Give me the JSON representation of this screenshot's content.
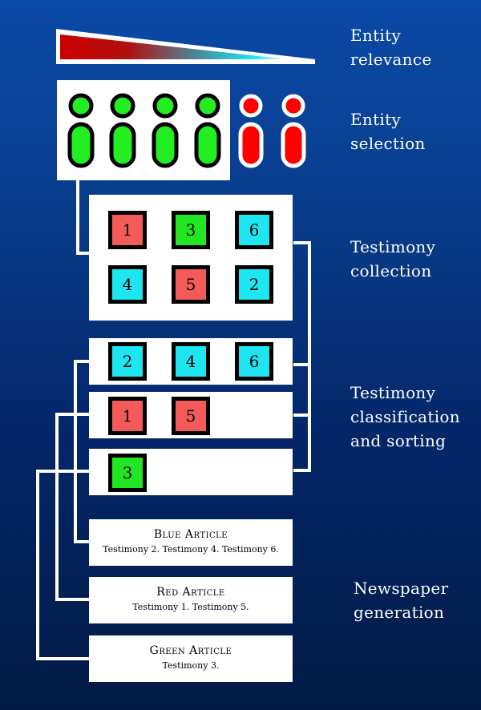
{
  "colors": {
    "green": "#22ee22",
    "red": "#ff0000",
    "tile_red": "#f55a5a",
    "tile_cyan": "#1ee6f0",
    "tile_green": "#22e622"
  },
  "labels": {
    "relevance": [
      "Entity",
      "relevance"
    ],
    "selection": [
      "Entity",
      "selection"
    ],
    "collection": [
      "Testimony",
      "collection"
    ],
    "classification": [
      "Testimony",
      "classification",
      "and sorting"
    ],
    "generation": [
      "Newspaper",
      "generation"
    ]
  },
  "entities": [
    {
      "color": "green"
    },
    {
      "color": "green"
    },
    {
      "color": "green"
    },
    {
      "color": "green"
    },
    {
      "color": "red"
    },
    {
      "color": "red"
    }
  ],
  "collection_tiles": [
    {
      "num": "1",
      "color": "red"
    },
    {
      "num": "3",
      "color": "green"
    },
    {
      "num": "6",
      "color": "cyan"
    },
    {
      "num": "4",
      "color": "cyan"
    },
    {
      "num": "5",
      "color": "red"
    },
    {
      "num": "2",
      "color": "cyan"
    }
  ],
  "sorted_rows": [
    [
      {
        "num": "2",
        "color": "cyan"
      },
      {
        "num": "4",
        "color": "cyan"
      },
      {
        "num": "6",
        "color": "cyan"
      }
    ],
    [
      {
        "num": "1",
        "color": "red"
      },
      {
        "num": "5",
        "color": "red"
      }
    ],
    [
      {
        "num": "3",
        "color": "green"
      }
    ]
  ],
  "articles": [
    {
      "title": "Blue Article",
      "text": "Testimony 2. Testimony 4. Testimony 6."
    },
    {
      "title": "Red Article",
      "text": "Testimony 1. Testimony 5."
    },
    {
      "title": "Green Article",
      "text": "Testimony 3."
    }
  ]
}
